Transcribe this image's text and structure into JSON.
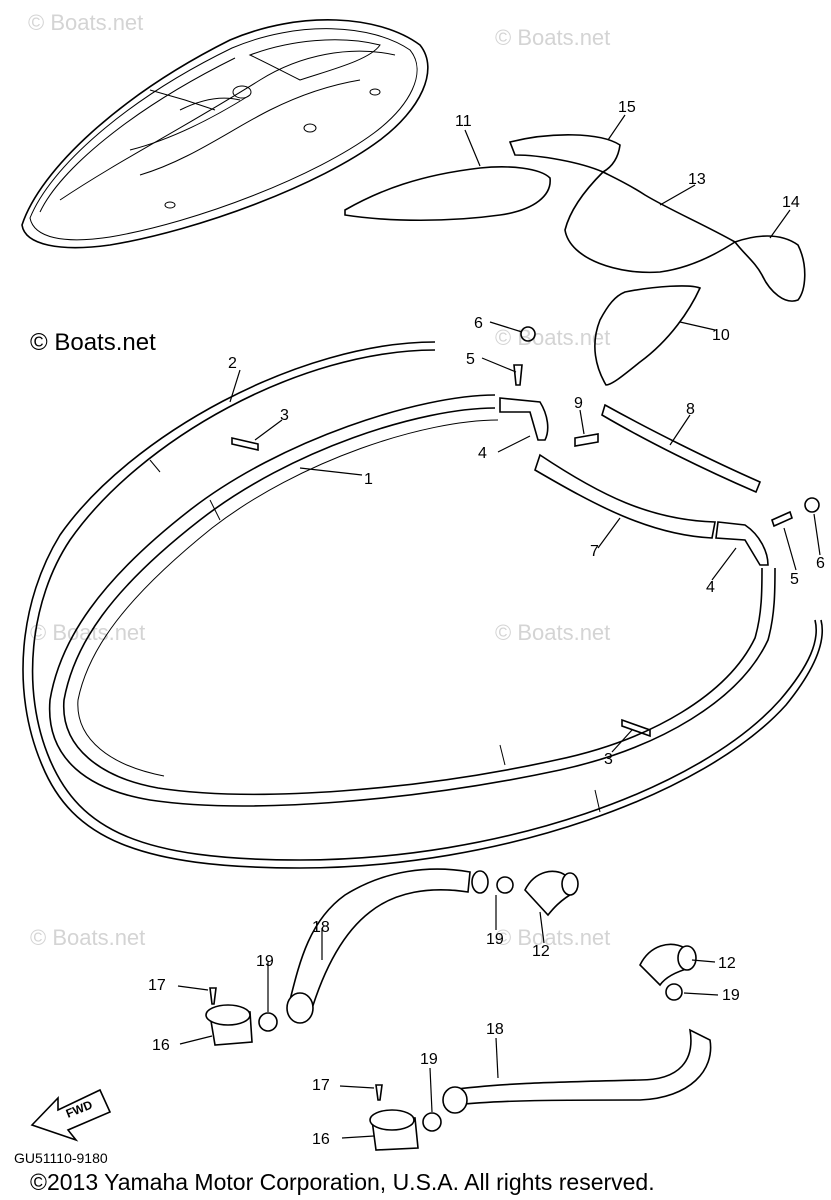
{
  "watermark": "© Boats.net",
  "corner_mark": "© Boats.net",
  "diagram_code": "GU51110-9180",
  "copyright": "©2013 Yamaha Motor Corporation, U.S.A. All rights reserved.",
  "fwd_label": "FWD",
  "callouts": {
    "c1": "1",
    "c2": "2",
    "c3a": "3",
    "c3b": "3",
    "c4a": "4",
    "c4b": "4",
    "c5a": "5",
    "c5b": "5",
    "c6a": "6",
    "c6b": "6",
    "c7": "7",
    "c8": "8",
    "c9": "9",
    "c10": "10",
    "c11": "11",
    "c12a": "12",
    "c12b": "12",
    "c13": "13",
    "c14": "14",
    "c15": "15",
    "c16a": "16",
    "c16b": "16",
    "c17a": "17",
    "c17b": "17",
    "c18a": "18",
    "c18b": "18",
    "c19a": "19",
    "c19b": "19",
    "c19c": "19"
  }
}
